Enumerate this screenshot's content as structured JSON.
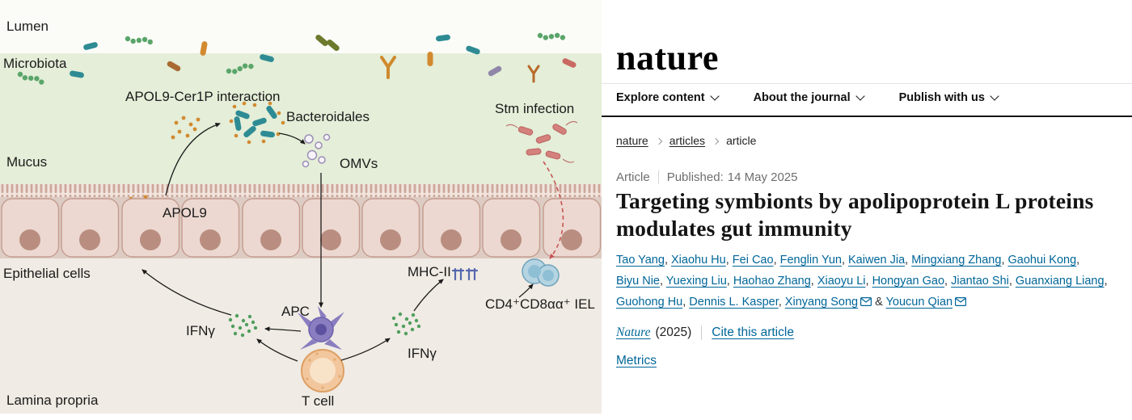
{
  "figure": {
    "labels": {
      "lumen": "Lumen",
      "microbiota": "Microbiota",
      "apol9_cer1p": "APOL9-Cer1P interaction",
      "bacteroidales": "Bacteroidales",
      "stm_infection": "Stm infection",
      "mucus": "Mucus",
      "omvs": "OMVs",
      "apol9": "APOL9",
      "epithelial_cells": "Epithelial cells",
      "mhc2": "MHC-II",
      "iel": "CD4⁺CD8αα⁺ IEL",
      "apc": "APC",
      "ifng_left": "IFNγ",
      "ifng_right": "IFNγ",
      "t_cell": "T cell",
      "lamina_propria": "Lamina propria"
    },
    "colors": {
      "mucus_band": "#e4eed8",
      "epithelial_cell": "#ecd8d0",
      "lamina_propria": "#f0ebe4",
      "apol9_dots": "#d28a2f",
      "bacteroidales_rod": "#2e8b94",
      "stm_rod": "#d4807c",
      "ifng_dots": "#4f9e5f",
      "apc_cell": "#8a7ec0",
      "t_cell": "#f2c79e",
      "iel_cell": "#b5d4e2",
      "infection_arrow": "#c75454"
    }
  },
  "site": {
    "logo": "nature",
    "nav": [
      {
        "label": "Explore content"
      },
      {
        "label": "About the journal"
      },
      {
        "label": "Publish with us"
      }
    ],
    "breadcrumb": [
      {
        "label": "nature"
      },
      {
        "label": "articles"
      },
      {
        "label": "article"
      }
    ]
  },
  "article": {
    "type_label": "Article",
    "published_label": "Published:",
    "published_date": "14 May 2025",
    "title": "Targeting symbionts by apolipoprotein L proteins modulates gut immunity",
    "authors": [
      {
        "name": "Tao Yang"
      },
      {
        "name": "Xiaohu Hu"
      },
      {
        "name": "Fei Cao"
      },
      {
        "name": "Fenglin Yun"
      },
      {
        "name": "Kaiwen Jia"
      },
      {
        "name": "Mingxiang Zhang"
      },
      {
        "name": "Gaohui Kong"
      },
      {
        "name": "Biyu Nie"
      },
      {
        "name": "Yuexing Liu"
      },
      {
        "name": "Haohao Zhang"
      },
      {
        "name": "Xiaoyu Li"
      },
      {
        "name": "Hongyan Gao"
      },
      {
        "name": "Jiantao Shi"
      },
      {
        "name": "Guanxiang Liang"
      },
      {
        "name": "Guohong Hu"
      },
      {
        "name": "Dennis L. Kasper"
      },
      {
        "name": "Xinyang Song",
        "email": true
      },
      {
        "name": "Youcun Qian",
        "email": true
      }
    ],
    "journal_name": "Nature",
    "journal_year": "(2025)",
    "cite_label": "Cite this article",
    "metrics_label": "Metrics"
  }
}
